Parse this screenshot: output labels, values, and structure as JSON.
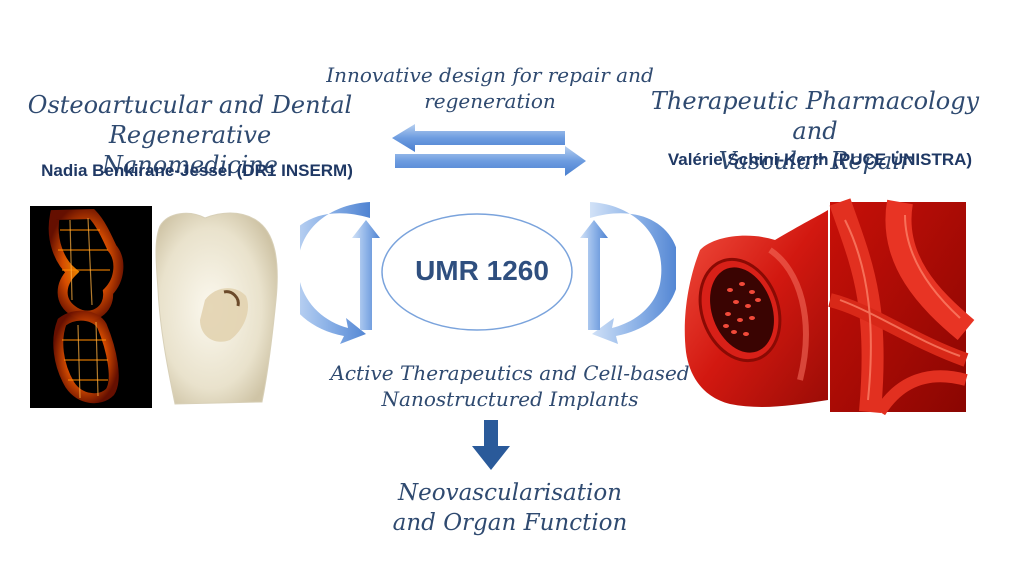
{
  "top_center": [
    "Innovative design for repair and",
    "regeneration"
  ],
  "left_group": {
    "title": [
      "Osteoartucular and Dental",
      "Regenerative Nanomedicine"
    ],
    "person": "Nadia Benkirane-Jessel (DR1 INSERM)"
  },
  "right_group": {
    "title": [
      "Therapeutic Pharmacology and",
      "Vascular Repair"
    ],
    "person": "Valérie Schini-Kerth (PUCE UNISTRA)"
  },
  "center_label": "UMR 1260",
  "bottom_center": [
    "Active Therapeutics and Cell-based",
    "Nanostructured Implants"
  ],
  "final": [
    "Neovascularisation",
    "and Organ Function"
  ],
  "colors": {
    "arrow": "#5b8fd6",
    "text_script": "#2f4a70",
    "text_bold": "#1f3864",
    "vessel": "#d11a12"
  },
  "images": [
    "joint-xray-image",
    "tooth-section-image",
    "blood-vessel-image",
    "vessel-network-image"
  ]
}
